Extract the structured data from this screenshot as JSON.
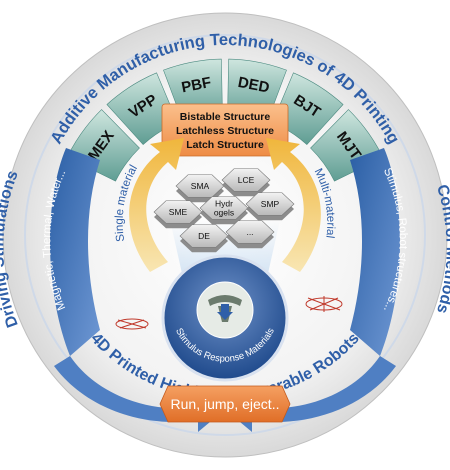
{
  "outer_ring": {
    "top_title": "Additive Manufacturing Technologies of 4D Printing",
    "bottom_title": "4D Printed Highly Maneuverable Robots",
    "left_title": "Driving Stimulations",
    "right_title": "Control Methods"
  },
  "am_tabs": [
    "MEX",
    "VPP",
    "PBF",
    "DED",
    "BJT",
    "MJT"
  ],
  "left_arc_text": "Magnetic, Thermal, Water...",
  "right_arc_text": "Stimulus, Robot structures...",
  "structures": [
    "Bistable Structure",
    "Latchless Structure",
    "Latch Structure"
  ],
  "materials": {
    "left_arrow": "Single material",
    "right_arrow": "Multi-material",
    "hexagons": [
      "SMA",
      "LCE",
      "SME",
      "Hydr ogels",
      "SMP",
      "DE",
      "..."
    ]
  },
  "center_caption": "Stimulus Response Materials",
  "output_label": "Run, jump, eject..",
  "colors": {
    "ring_blue": "#2f5fa8",
    "tab_teal": "#7fb9ad",
    "structure_orange": "#f5a263",
    "arrow_yellow": "#f3c55c",
    "output_orange": "#e97f3b"
  }
}
